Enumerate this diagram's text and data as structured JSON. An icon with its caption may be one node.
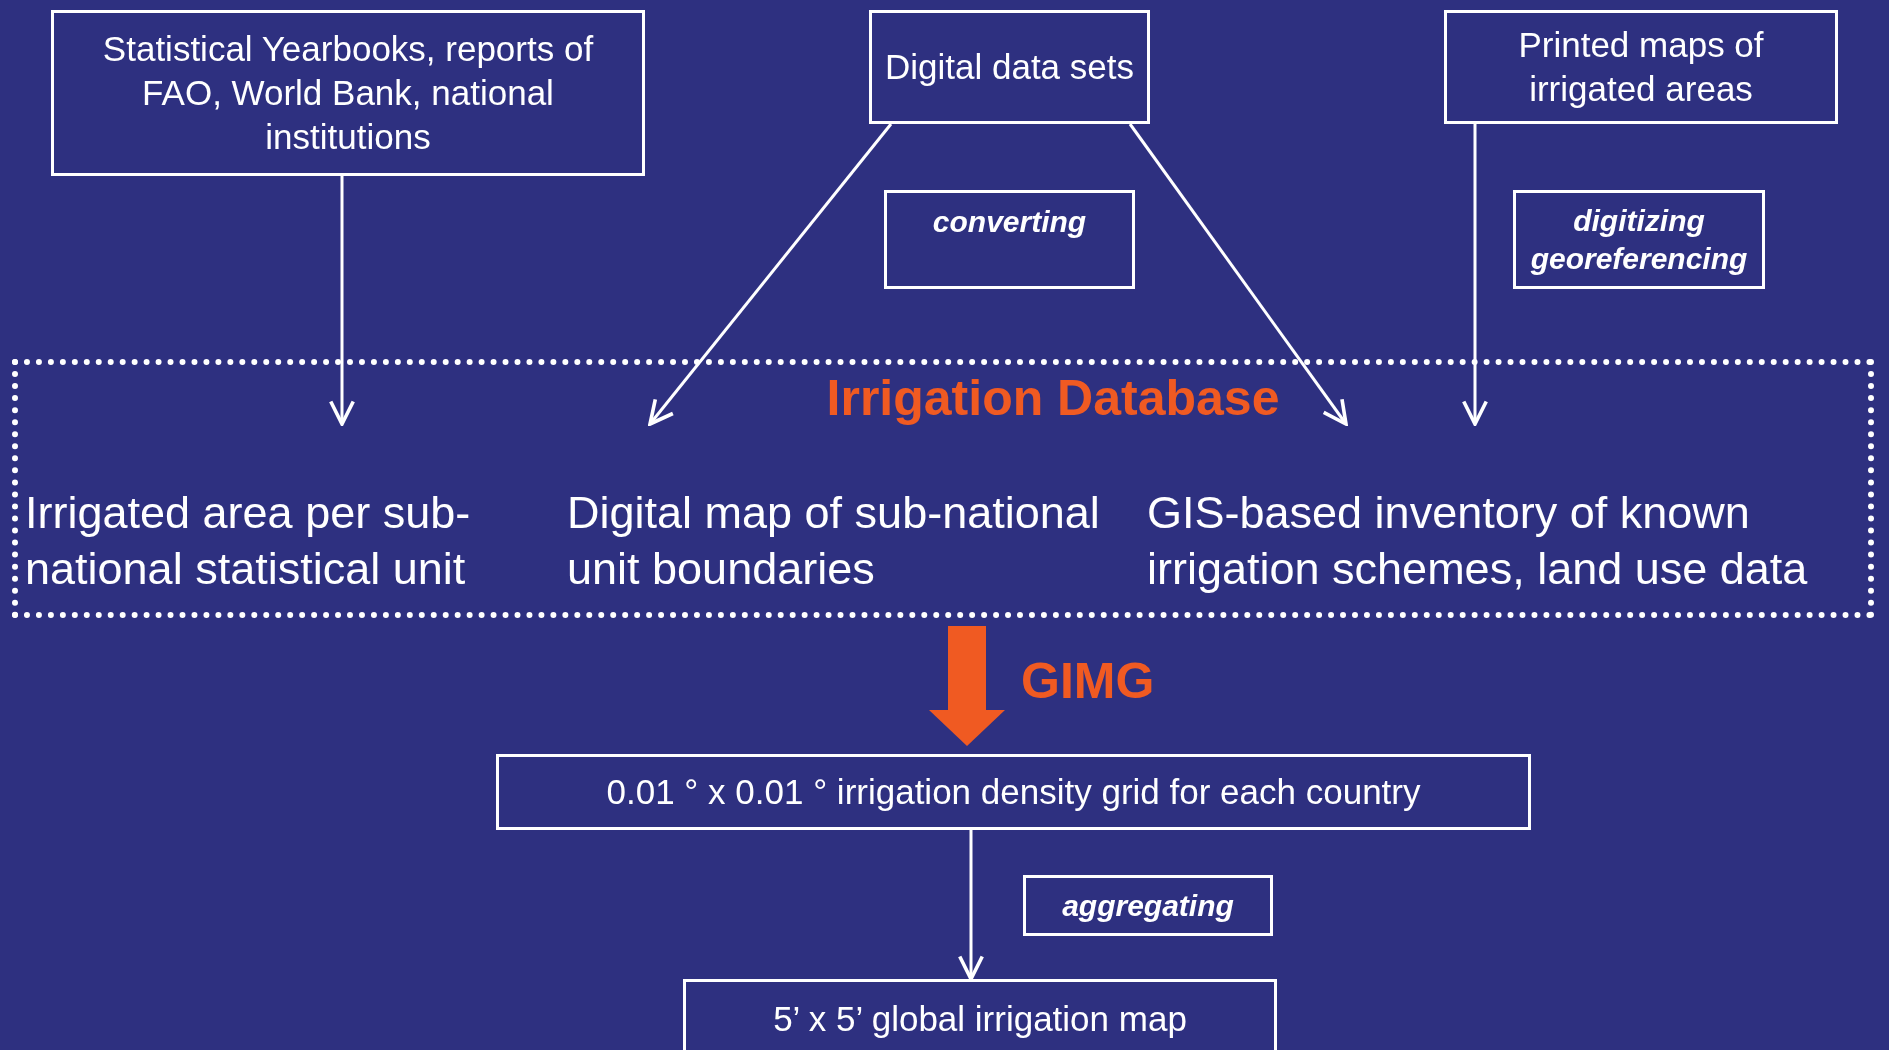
{
  "diagram": {
    "nodes": [
      {
        "text": [
          "Statistical Yearbooks, reports of FAO, World Bank, national institutions"
        ]
      },
      {
        "text": [
          "Digital data sets"
        ]
      },
      {
        "text": [
          "Printed maps of irrigated areas"
        ]
      },
      {
        "text": [
          "converting"
        ]
      },
      {
        "text": [
          "digitizing georeferencing"
        ]
      },
      {
        "text": [
          "Irrigation Database"
        ]
      },
      {
        "text": [
          "Irrigated area per sub-national statistical unit"
        ],
        "in": 5
      },
      {
        "text": [
          "Digital map of sub-national unit boundaries"
        ],
        "in": 5
      },
      {
        "text": [
          "GIS-based inventory of known irrigation schemes, land use data"
        ],
        "in": 5
      },
      {
        "text": [
          "0.01 ° x 0.01 ° irrigation density grid for each country"
        ]
      },
      {
        "text": [
          "aggregating"
        ]
      },
      {
        "text": [
          "5’ x 5’ global irrigation map"
        ]
      }
    ],
    "edges": [
      {
        "from": 0,
        "to": 6,
        "arrow": "to"
      },
      {
        "from": 1,
        "to": 7,
        "arrow": "to"
      },
      {
        "from": 1,
        "to": 8,
        "arrow": "to"
      },
      {
        "from": 2,
        "to": 8,
        "arrow": "to"
      },
      {
        "from": 5,
        "to": 9,
        "arrow": "to",
        "label": "GIMG",
        "style": "thick",
        "color": "#f05a22"
      },
      {
        "from": 9,
        "to": 11,
        "arrow": "to"
      }
    ]
  }
}
